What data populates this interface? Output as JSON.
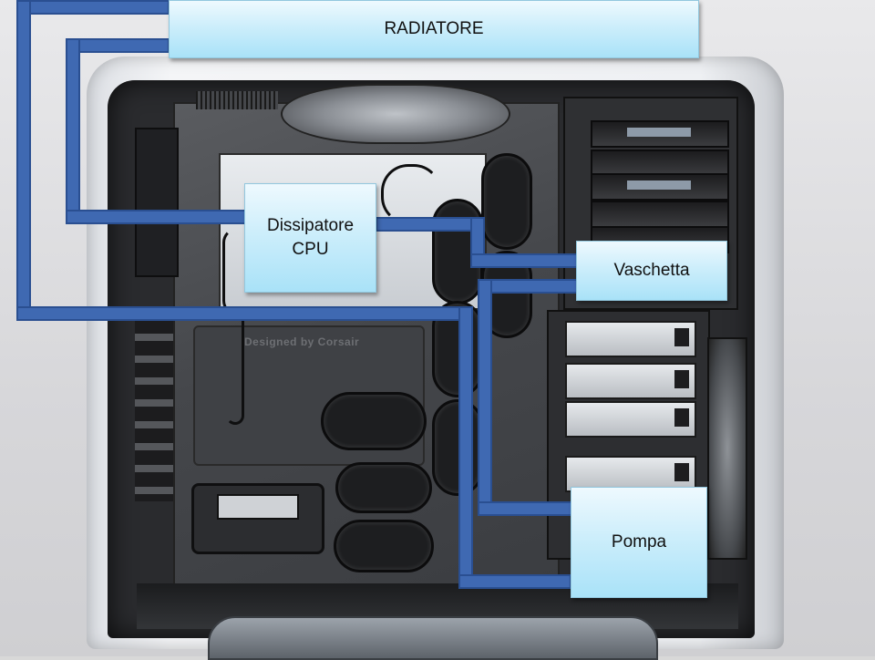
{
  "labels": {
    "radiatore": "RADIATORE",
    "cpu_line1": "Dissipatore",
    "cpu_line2": "CPU",
    "vaschetta": "Vaschetta",
    "pompa": "Pompa"
  },
  "photo_text": {
    "tray_engraving": "Designed by Corsair"
  },
  "colors": {
    "pipe": "#3f69b2",
    "label_fill": "#bfe9fa",
    "case_body": "#f0f1f3"
  }
}
